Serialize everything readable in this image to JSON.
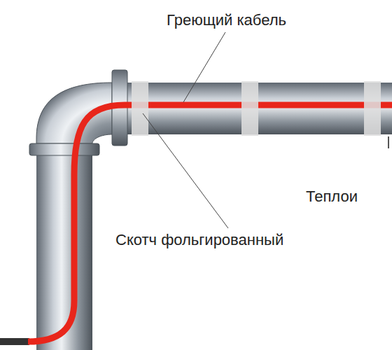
{
  "diagram": {
    "labels": [
      "Греющий кабель",
      "Скотч фольгированный",
      "Теплои"
    ]
  }
}
